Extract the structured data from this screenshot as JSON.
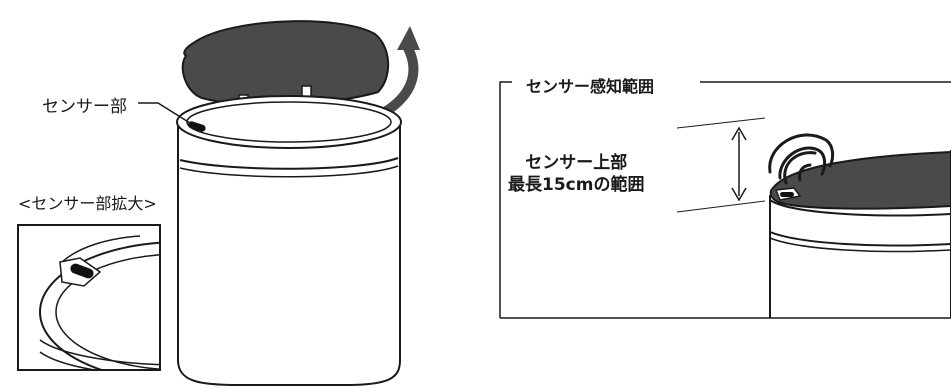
{
  "labels": {
    "sensor_part": "センサー部",
    "sensor_zoom": "<センサー部拡大>",
    "range_title": "センサー感知範囲",
    "range_line1": "センサー上部",
    "range_line2": "最長15cmの範囲"
  },
  "colors": {
    "lid": "#4a4a4a",
    "outline": "#1a1a1a",
    "body": "#ffffff",
    "sensor_window": "#111111"
  },
  "icons": [
    "curved-arrow-icon",
    "signal-waves-icon",
    "double-arrow-icon"
  ]
}
